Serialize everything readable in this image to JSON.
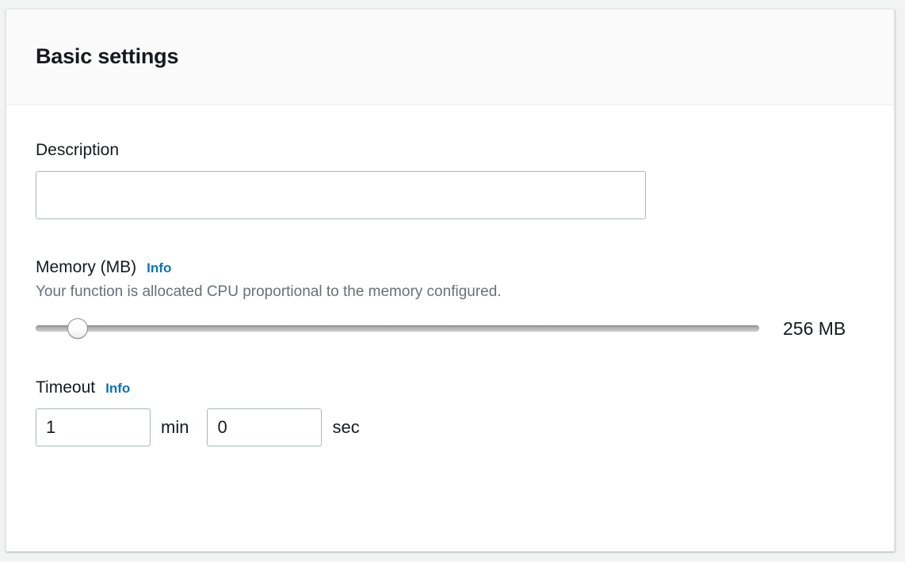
{
  "panel": {
    "title": "Basic settings"
  },
  "description_field": {
    "label": "Description",
    "value": "",
    "placeholder": ""
  },
  "memory_field": {
    "label": "Memory (MB)",
    "info_label": "Info",
    "description": "Your function is allocated CPU proportional to the memory configured.",
    "value": 256,
    "value_display": "256 MB",
    "min": 128,
    "max": 10240,
    "step": 1,
    "thumb_percent": 5.8
  },
  "timeout_field": {
    "label": "Timeout",
    "info_label": "Info",
    "minutes": "1",
    "minutes_unit": "min",
    "seconds": "0",
    "seconds_unit": "sec"
  },
  "colors": {
    "page_background": "#f2f3f3",
    "card_background": "#ffffff",
    "header_background": "#fafafa",
    "title_text": "#16191f",
    "secondary_text": "#687078",
    "link_blue": "#0a73bb",
    "input_border": "#aab7b8",
    "divider": "#eaeded",
    "slider_track": "#b4b4b4"
  }
}
